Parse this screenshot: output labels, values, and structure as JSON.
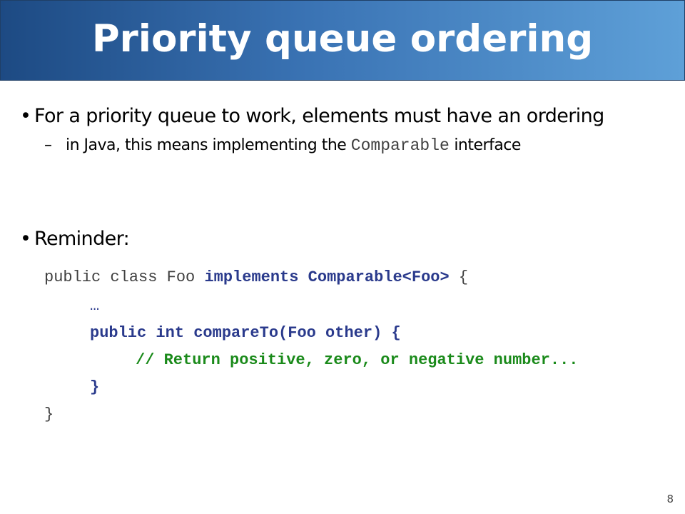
{
  "slide": {
    "title": "Priority queue ordering",
    "bullets": [
      {
        "marker": "•",
        "text": "For a priority queue to work, elements must have an ordering",
        "sub": {
          "marker": "–",
          "text_before": "in Java, this means implementing the ",
          "code": "Comparable",
          "text_after": " interface"
        }
      },
      {
        "marker": "•",
        "text": "Reminder:"
      }
    ],
    "code": {
      "line1_plain1": "public class Foo ",
      "line1_kw": "implements Comparable<Foo>",
      "line1_plain2": " {",
      "line2": "…",
      "line3": "public int compareTo(Foo other) {",
      "line4": "// Return positive, zero, or negative number...",
      "line5": "}",
      "line6": "}"
    },
    "page_number": "8"
  },
  "colors": {
    "title_gradient_start": "#1d4a83",
    "title_gradient_end": "#5ea0d8",
    "code_keyword": "#2a3a8c",
    "code_comment": "#1a8a1a",
    "code_plain": "#404040"
  }
}
